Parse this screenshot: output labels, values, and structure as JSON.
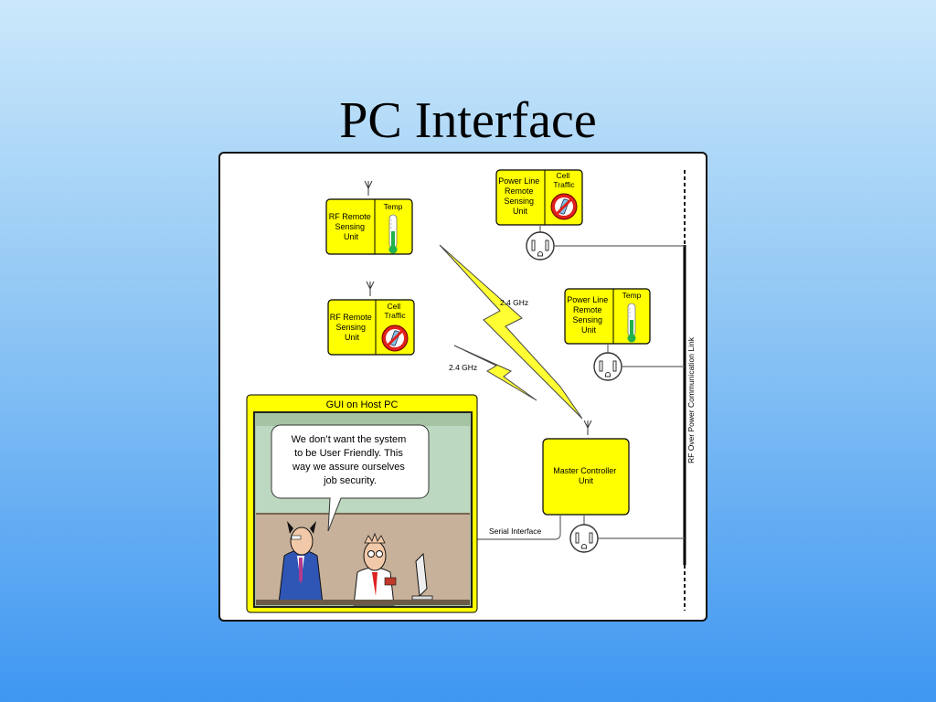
{
  "slide": {
    "title": "PC Interface"
  },
  "diagram": {
    "rf_unit_1": {
      "name": [
        "RF Remote",
        "Sensing",
        "Unit"
      ],
      "sensor": [
        "Temp"
      ]
    },
    "rf_unit_2": {
      "name": [
        "RF Remote",
        "Sensing",
        "Unit"
      ],
      "sensor": [
        "Cell",
        "Traffic"
      ]
    },
    "pl_unit_1": {
      "name": [
        "Power Line",
        "Remote",
        "Sensing",
        "Unit"
      ],
      "sensor": [
        "Cell",
        "Traffic"
      ]
    },
    "pl_unit_2": {
      "name": [
        "Power Line",
        "Remote",
        "Sensing",
        "Unit"
      ],
      "sensor": [
        "Temp"
      ]
    },
    "rf_link_1_label": "2.4 GHz",
    "rf_link_2_label": "2.4 GHz",
    "master": {
      "name": [
        "Master Controller",
        "Unit"
      ]
    },
    "serial_label": "Serial Interface",
    "bus_label": "RF Over Power Communication Link",
    "gui": {
      "title": "GUI on Host PC",
      "speech": [
        "We don’t want the system",
        "to be User Friendly.  This",
        "way we assure ourselves",
        "job security."
      ]
    }
  },
  "colors": {
    "unit_fill": "#ffff00",
    "bolt_fill": "#ffff33",
    "no_sign": "#e0201b",
    "thermo_green": "#22b14c"
  }
}
